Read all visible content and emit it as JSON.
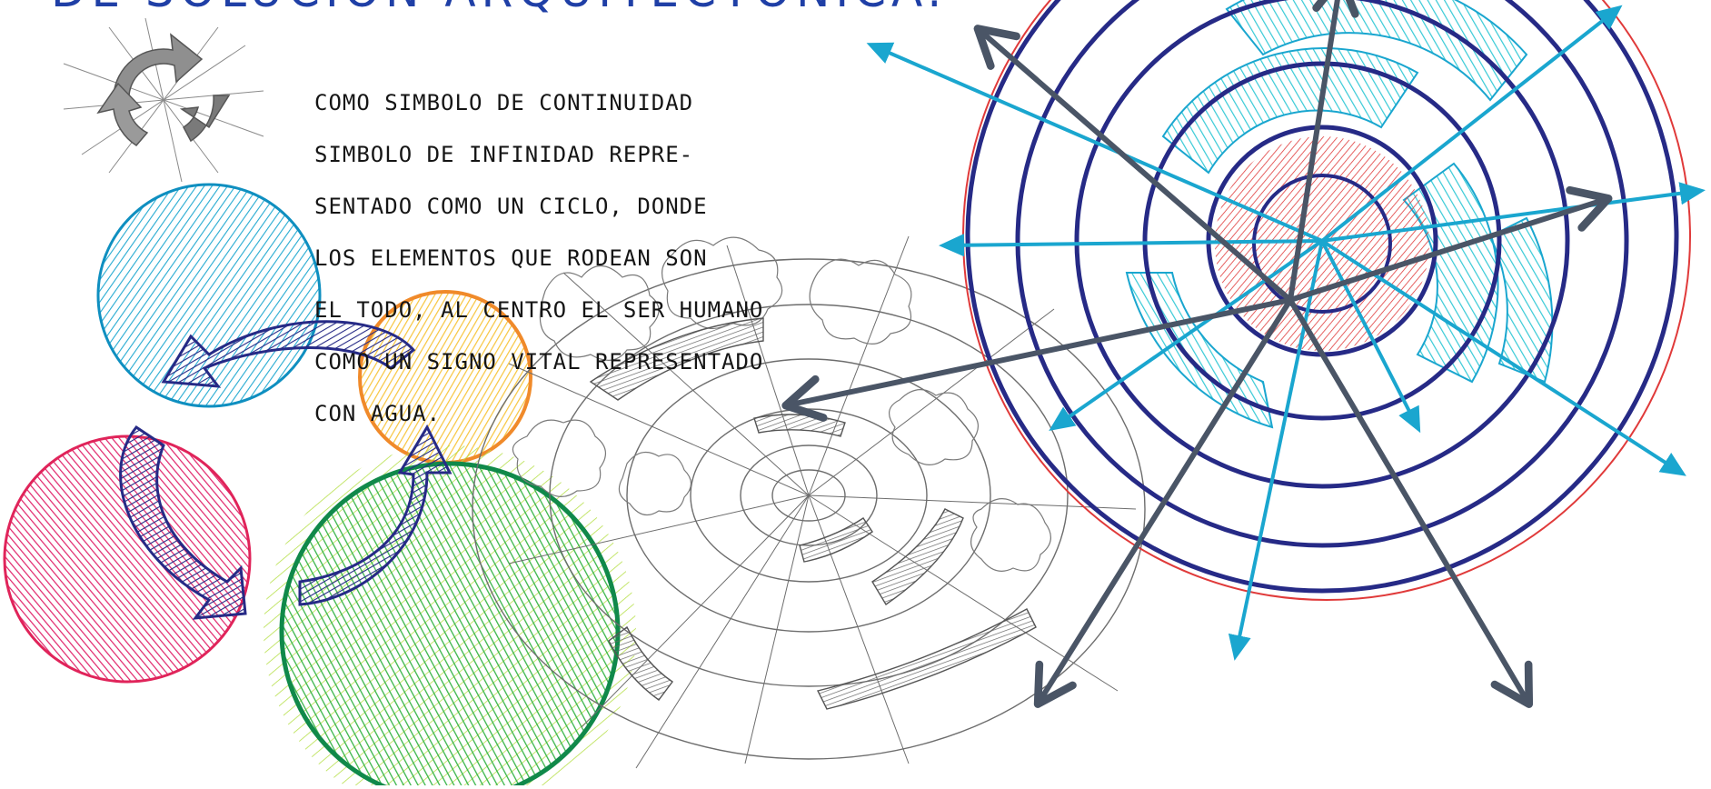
{
  "sketch": {
    "heading": "DE SOLUCIÓN ARQUITECTÓNICA.",
    "note_lines": [
      "COMO SIMBOLO DE CONTINUIDAD",
      "SIMBOLO DE INFINIDAD REPRE-",
      "SENTADO COMO UN CICLO, DONDE",
      "LOS ELEMENTOS QUE RODEAN SON",
      "EL TODO, AL CENTRO EL SER HUMANO",
      "COMO UN SIGNO VITAL REPRESENTADO",
      "CON AGUA."
    ]
  },
  "palette": {
    "ink_blue": "#1f3fa6",
    "navy": "#262a86",
    "cyan": "#1aa6cf",
    "cyan_fill": "#2ec4d9",
    "red": "#e03a3a",
    "magenta": "#e0246a",
    "orange": "#f6a13a",
    "yellow": "#f7d545",
    "green": "#3db548",
    "dark_green": "#10894a",
    "gray_pencil": "#6d6d6d",
    "arrow_slate": "#4a5566"
  },
  "icons": {
    "cycle_symbol": "recycle-arrows-icon",
    "arrowhead": "arrowhead-icon"
  }
}
